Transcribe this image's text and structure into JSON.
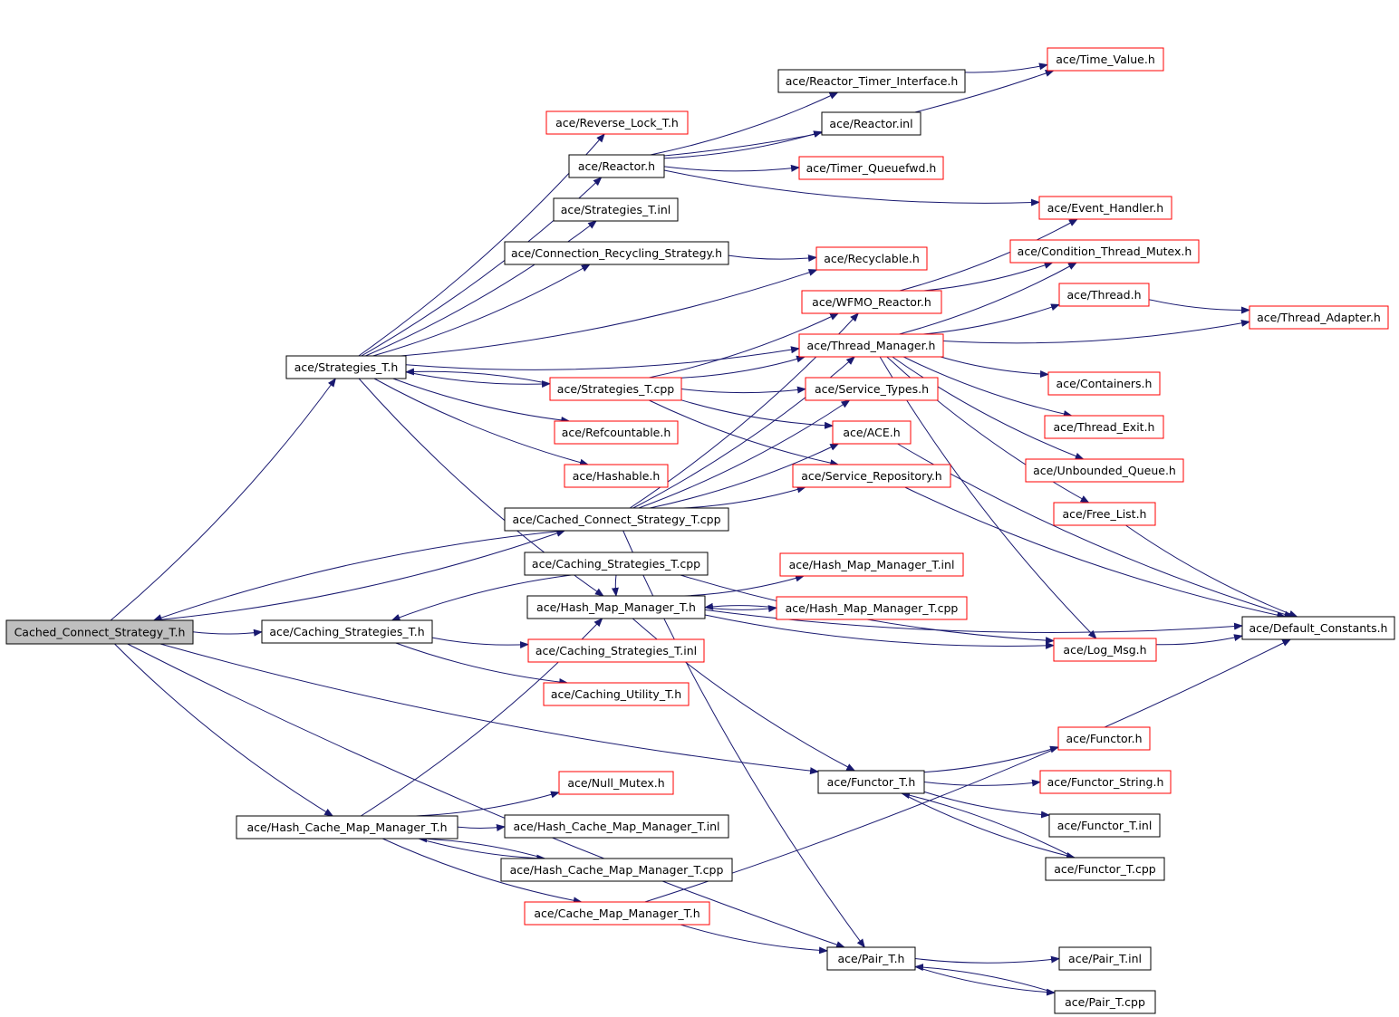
{
  "colors": {
    "edge": "#191970",
    "complete_border": "#000000",
    "incomplete_border": "#ff0000",
    "root_fill": "#bfbfbf",
    "node_fill": "#ffffff"
  },
  "nodes": [
    {
      "id": "root",
      "label": "Cached_Connect_Strategy_T.h",
      "kind": "root"
    },
    {
      "id": "strategies_h",
      "label": "ace/Strategies_T.h",
      "kind": "complete"
    },
    {
      "id": "caching_strategies_h",
      "label": "ace/Caching_Strategies_T.h",
      "kind": "complete"
    },
    {
      "id": "hash_cache_map_h",
      "label": "ace/Hash_Cache_Map_Manager_T.h",
      "kind": "complete"
    },
    {
      "id": "reverse_lock",
      "label": "ace/Reverse_Lock_T.h",
      "kind": "incomplete"
    },
    {
      "id": "reactor_h",
      "label": "ace/Reactor.h",
      "kind": "complete"
    },
    {
      "id": "strategies_inl",
      "label": "ace/Strategies_T.inl",
      "kind": "complete"
    },
    {
      "id": "conn_recycling",
      "label": "ace/Connection_Recycling_Strategy.h",
      "kind": "complete"
    },
    {
      "id": "strategies_cpp",
      "label": "ace/Strategies_T.cpp",
      "kind": "incomplete"
    },
    {
      "id": "refcountable",
      "label": "ace/Refcountable.h",
      "kind": "incomplete"
    },
    {
      "id": "hashable",
      "label": "ace/Hashable.h",
      "kind": "incomplete"
    },
    {
      "id": "cached_connect_cpp",
      "label": "ace/Cached_Connect_Strategy_T.cpp",
      "kind": "complete"
    },
    {
      "id": "caching_strategies_cpp",
      "label": "ace/Caching_Strategies_T.cpp",
      "kind": "complete"
    },
    {
      "id": "hash_map_manager_h",
      "label": "ace/Hash_Map_Manager_T.h",
      "kind": "complete"
    },
    {
      "id": "caching_strategies_inl",
      "label": "ace/Caching_Strategies_T.inl",
      "kind": "incomplete"
    },
    {
      "id": "caching_utility",
      "label": "ace/Caching_Utility_T.h",
      "kind": "incomplete"
    },
    {
      "id": "null_mutex",
      "label": "ace/Null_Mutex.h",
      "kind": "incomplete"
    },
    {
      "id": "hash_cache_map_inl",
      "label": "ace/Hash_Cache_Map_Manager_T.inl",
      "kind": "complete"
    },
    {
      "id": "hash_cache_map_cpp",
      "label": "ace/Hash_Cache_Map_Manager_T.cpp",
      "kind": "complete"
    },
    {
      "id": "cache_map_manager",
      "label": "ace/Cache_Map_Manager_T.h",
      "kind": "incomplete"
    },
    {
      "id": "reactor_timer",
      "label": "ace/Reactor_Timer_Interface.h",
      "kind": "complete"
    },
    {
      "id": "reactor_inl",
      "label": "ace/Reactor.inl",
      "kind": "complete"
    },
    {
      "id": "timer_queuefwd",
      "label": "ace/Timer_Queuefwd.h",
      "kind": "incomplete"
    },
    {
      "id": "recyclable",
      "label": "ace/Recyclable.h",
      "kind": "incomplete"
    },
    {
      "id": "wfmo_reactor",
      "label": "ace/WFMO_Reactor.h",
      "kind": "incomplete"
    },
    {
      "id": "thread_manager",
      "label": "ace/Thread_Manager.h",
      "kind": "incomplete"
    },
    {
      "id": "service_types",
      "label": "ace/Service_Types.h",
      "kind": "incomplete"
    },
    {
      "id": "ace_h",
      "label": "ace/ACE.h",
      "kind": "incomplete"
    },
    {
      "id": "service_repository",
      "label": "ace/Service_Repository.h",
      "kind": "incomplete"
    },
    {
      "id": "hash_map_manager_inl",
      "label": "ace/Hash_Map_Manager_T.inl",
      "kind": "incomplete"
    },
    {
      "id": "hash_map_manager_cpp",
      "label": "ace/Hash_Map_Manager_T.cpp",
      "kind": "incomplete"
    },
    {
      "id": "functor_t_h",
      "label": "ace/Functor_T.h",
      "kind": "complete"
    },
    {
      "id": "pair_t_h",
      "label": "ace/Pair_T.h",
      "kind": "complete"
    },
    {
      "id": "time_value",
      "label": "ace/Time_Value.h",
      "kind": "incomplete"
    },
    {
      "id": "event_handler",
      "label": "ace/Event_Handler.h",
      "kind": "incomplete"
    },
    {
      "id": "condition_thread_mutex",
      "label": "ace/Condition_Thread_Mutex.h",
      "kind": "incomplete"
    },
    {
      "id": "thread_h",
      "label": "ace/Thread.h",
      "kind": "incomplete"
    },
    {
      "id": "containers",
      "label": "ace/Containers.h",
      "kind": "incomplete"
    },
    {
      "id": "thread_exit",
      "label": "ace/Thread_Exit.h",
      "kind": "incomplete"
    },
    {
      "id": "unbounded_queue",
      "label": "ace/Unbounded_Queue.h",
      "kind": "incomplete"
    },
    {
      "id": "free_list",
      "label": "ace/Free_List.h",
      "kind": "incomplete"
    },
    {
      "id": "log_msg",
      "label": "ace/Log_Msg.h",
      "kind": "incomplete"
    },
    {
      "id": "functor_h",
      "label": "ace/Functor.h",
      "kind": "incomplete"
    },
    {
      "id": "functor_string",
      "label": "ace/Functor_String.h",
      "kind": "incomplete"
    },
    {
      "id": "functor_t_inl",
      "label": "ace/Functor_T.inl",
      "kind": "complete"
    },
    {
      "id": "functor_t_cpp",
      "label": "ace/Functor_T.cpp",
      "kind": "complete"
    },
    {
      "id": "pair_t_inl",
      "label": "ace/Pair_T.inl",
      "kind": "complete"
    },
    {
      "id": "pair_t_cpp",
      "label": "ace/Pair_T.cpp",
      "kind": "complete"
    },
    {
      "id": "thread_adapter",
      "label": "ace/Thread_Adapter.h",
      "kind": "incomplete"
    },
    {
      "id": "default_constants",
      "label": "ace/Default_Constants.h",
      "kind": "complete"
    }
  ],
  "edges": [
    [
      "root",
      "strategies_h"
    ],
    [
      "root",
      "caching_strategies_h"
    ],
    [
      "root",
      "hash_cache_map_h"
    ],
    [
      "root",
      "functor_t_h"
    ],
    [
      "root",
      "pair_t_h"
    ],
    [
      "root",
      "cached_connect_cpp"
    ],
    [
      "cached_connect_cpp",
      "root"
    ],
    [
      "strategies_h",
      "reverse_lock"
    ],
    [
      "strategies_h",
      "reactor_h"
    ],
    [
      "strategies_h",
      "strategies_inl"
    ],
    [
      "strategies_h",
      "conn_recycling"
    ],
    [
      "strategies_h",
      "recyclable"
    ],
    [
      "strategies_h",
      "thread_manager"
    ],
    [
      "strategies_h",
      "strategies_cpp"
    ],
    [
      "strategies_h",
      "refcountable"
    ],
    [
      "strategies_h",
      "hashable"
    ],
    [
      "strategies_h",
      "hash_map_manager_h"
    ],
    [
      "strategies_cpp",
      "strategies_h"
    ],
    [
      "reactor_h",
      "reactor_timer"
    ],
    [
      "reactor_h",
      "reactor_inl"
    ],
    [
      "reactor_h",
      "timer_queuefwd"
    ],
    [
      "reactor_h",
      "event_handler"
    ],
    [
      "reactor_h",
      "time_value"
    ],
    [
      "reactor_timer",
      "time_value"
    ],
    [
      "conn_recycling",
      "recyclable"
    ],
    [
      "strategies_cpp",
      "wfmo_reactor"
    ],
    [
      "strategies_cpp",
      "thread_manager"
    ],
    [
      "strategies_cpp",
      "service_types"
    ],
    [
      "strategies_cpp",
      "ace_h"
    ],
    [
      "strategies_cpp",
      "service_repository"
    ],
    [
      "wfmo_reactor",
      "event_handler"
    ],
    [
      "wfmo_reactor",
      "condition_thread_mutex"
    ],
    [
      "thread_manager",
      "thread_h"
    ],
    [
      "thread_manager",
      "thread_adapter"
    ],
    [
      "thread_manager",
      "containers"
    ],
    [
      "thread_manager",
      "thread_exit"
    ],
    [
      "thread_manager",
      "unbounded_queue"
    ],
    [
      "thread_manager",
      "free_list"
    ],
    [
      "thread_manager",
      "log_msg"
    ],
    [
      "thread_manager",
      "condition_thread_mutex"
    ],
    [
      "thread_h",
      "thread_adapter"
    ],
    [
      "cached_connect_cpp",
      "wfmo_reactor"
    ],
    [
      "cached_connect_cpp",
      "thread_manager"
    ],
    [
      "cached_connect_cpp",
      "service_types"
    ],
    [
      "cached_connect_cpp",
      "ace_h"
    ],
    [
      "cached_connect_cpp",
      "service_repository"
    ],
    [
      "cached_connect_cpp",
      "pair_t_h"
    ],
    [
      "caching_strategies_h",
      "caching_strategies_inl"
    ],
    [
      "caching_strategies_h",
      "caching_utility"
    ],
    [
      "caching_strategies_cpp",
      "caching_strategies_h"
    ],
    [
      "caching_strategies_cpp",
      "log_msg"
    ],
    [
      "caching_strategies_cpp",
      "hash_map_manager_h"
    ],
    [
      "hash_map_manager_h",
      "hash_map_manager_inl"
    ],
    [
      "hash_map_manager_h",
      "hash_map_manager_cpp"
    ],
    [
      "hash_map_manager_cpp",
      "hash_map_manager_h"
    ],
    [
      "hash_map_manager_h",
      "log_msg"
    ],
    [
      "hash_map_manager_h",
      "functor_t_h"
    ],
    [
      "hash_map_manager_h",
      "default_constants"
    ],
    [
      "hash_cache_map_h",
      "hash_map_manager_h"
    ],
    [
      "hash_cache_map_h",
      "null_mutex"
    ],
    [
      "hash_cache_map_h",
      "hash_cache_map_inl"
    ],
    [
      "hash_cache_map_h",
      "hash_cache_map_cpp"
    ],
    [
      "hash_cache_map_cpp",
      "hash_cache_map_h"
    ],
    [
      "hash_cache_map_h",
      "cache_map_manager"
    ],
    [
      "cache_map_manager",
      "pair_t_h"
    ],
    [
      "cache_map_manager",
      "default_constants"
    ],
    [
      "ace_h",
      "default_constants"
    ],
    [
      "service_repository",
      "default_constants"
    ],
    [
      "free_list",
      "default_constants"
    ],
    [
      "log_msg",
      "default_constants"
    ],
    [
      "functor_t_h",
      "functor_h"
    ],
    [
      "functor_t_h",
      "functor_string"
    ],
    [
      "functor_t_h",
      "functor_t_inl"
    ],
    [
      "functor_t_h",
      "functor_t_cpp"
    ],
    [
      "functor_t_cpp",
      "functor_t_h"
    ],
    [
      "pair_t_h",
      "pair_t_inl"
    ],
    [
      "pair_t_h",
      "pair_t_cpp"
    ],
    [
      "pair_t_cpp",
      "pair_t_h"
    ]
  ]
}
